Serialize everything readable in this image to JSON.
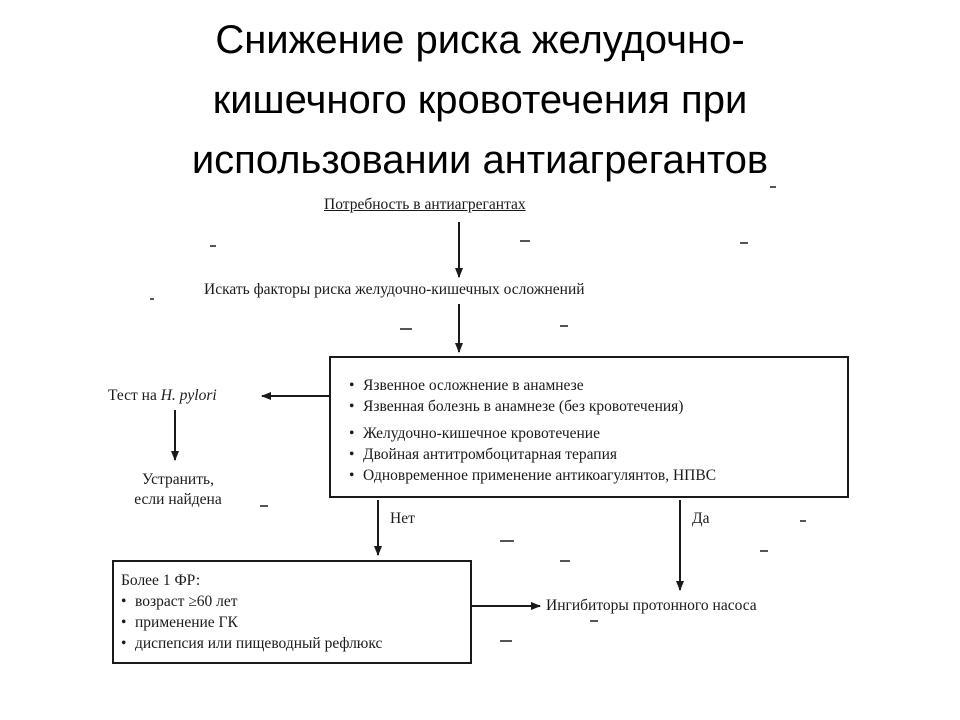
{
  "title": {
    "line1": "Снижение риска желудочно-",
    "line2": "кишечного кровотечения при",
    "line3": "использовании антиагрегантов"
  },
  "diagram": {
    "start": "Потребность в антиагрегантах",
    "search": "Искать факторы риска желудочно-кишечных осложнений",
    "risk_factors": [
      "Язвенное осложнение в анамнезе",
      "Язвенная болезнь в анамнезе (без кровотечения)",
      "Желудочно-кишечное кровотечение",
      "Двойная антитромбоцитарная терапия",
      "Одновременное применение антикоагулянтов, НПВС"
    ],
    "hp_test_prefix": "Тест на",
    "hp_test_organism": "H. pylori",
    "eradicate_line1": "Устранить,",
    "eradicate_line2": "если найдена",
    "no_label": "Нет",
    "yes_label": "Да",
    "secondary": {
      "heading": "Более 1 ФР:",
      "items": [
        "возраст ≥60 лет",
        "применение ГК",
        "диспепсия или пищеводный рефлюкс"
      ]
    },
    "ppi": "Ингибиторы протонного насоса"
  }
}
